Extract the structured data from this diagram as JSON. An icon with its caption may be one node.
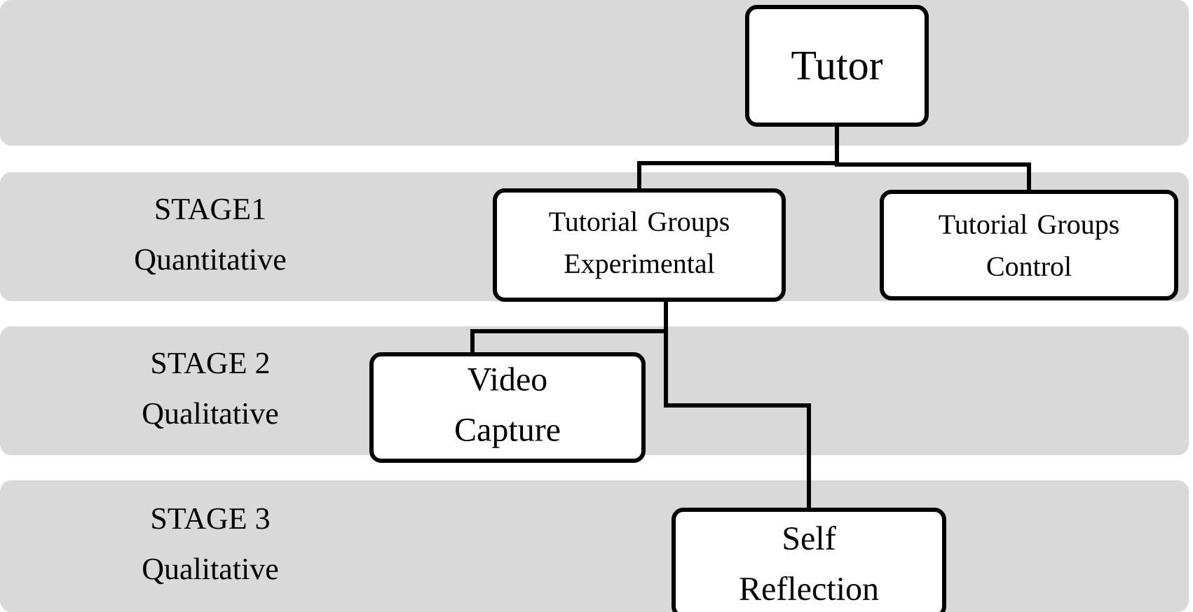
{
  "diagram": {
    "nodes": [
      {
        "text": [],
        "shape": "box"
      },
      {
        "text": [
          "Tutor"
        ],
        "in": 0
      },
      {
        "text": [
          "STAGE1",
          "Quantitative"
        ]
      },
      {
        "text": [
          "Tutorial Groups Experimental"
        ],
        "in": 2
      },
      {
        "text": [
          "Tutorial Groups Control"
        ],
        "in": 2
      },
      {
        "text": [
          "STAGE 2",
          "Qualitative"
        ]
      },
      {
        "text": [
          "Video Capture"
        ],
        "in": 5
      },
      {
        "text": [
          "STAGE 3",
          "Qualitative"
        ]
      },
      {
        "text": [
          "Self Reflection"
        ],
        "in": 7
      }
    ],
    "edges": [
      {
        "from": 1,
        "to": 3,
        "arrow": "none"
      },
      {
        "from": 1,
        "to": 4,
        "arrow": "none"
      },
      {
        "from": 3,
        "to": 6,
        "arrow": "none"
      },
      {
        "from": 3,
        "to": 8,
        "arrow": "none"
      }
    ]
  }
}
